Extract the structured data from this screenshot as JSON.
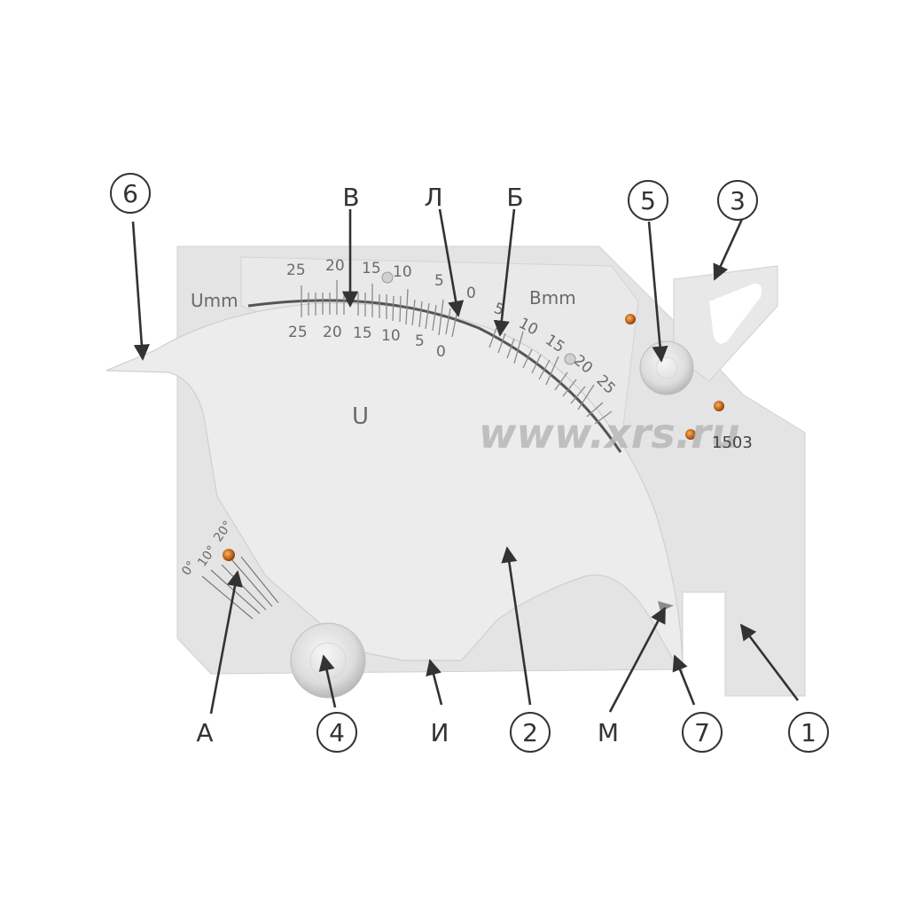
{
  "figure": {
    "subject": "Welding seam gauge with numbered part callouts",
    "watermark": "www.xrs.ru",
    "model_number": "1503",
    "colors": {
      "background": "#ffffff",
      "plate": "#e6e6e6",
      "plate_front": "#ececec",
      "scale_ink": "#6a6a6a",
      "rivet": "#d9822b",
      "callout_ink": "#333333"
    }
  },
  "scales": {
    "upper_label": "Umm",
    "b_label": "Bmm",
    "u_label": "U",
    "upper_ticks": [
      "25",
      "20",
      "15",
      "10",
      "5",
      "0"
    ],
    "lower_ticks": [
      "25",
      "20",
      "15",
      "10",
      "5",
      "0"
    ],
    "b_ticks": [
      "5",
      "10",
      "15",
      "20",
      "25"
    ],
    "angle_ticks": [
      "0°",
      "10°",
      "20°"
    ]
  },
  "callouts": {
    "numbers": [
      {
        "id": "1",
        "label": "1"
      },
      {
        "id": "2",
        "label": "2"
      },
      {
        "id": "3",
        "label": "3"
      },
      {
        "id": "4",
        "label": "4"
      },
      {
        "id": "5",
        "label": "5"
      },
      {
        "id": "6",
        "label": "6"
      },
      {
        "id": "7",
        "label": "7"
      }
    ],
    "letters": [
      {
        "id": "A",
        "label": "А"
      },
      {
        "id": "V",
        "label": "В"
      },
      {
        "id": "L",
        "label": "Л"
      },
      {
        "id": "B",
        "label": "Б"
      },
      {
        "id": "I",
        "label": "И"
      },
      {
        "id": "M",
        "label": "М"
      }
    ]
  }
}
